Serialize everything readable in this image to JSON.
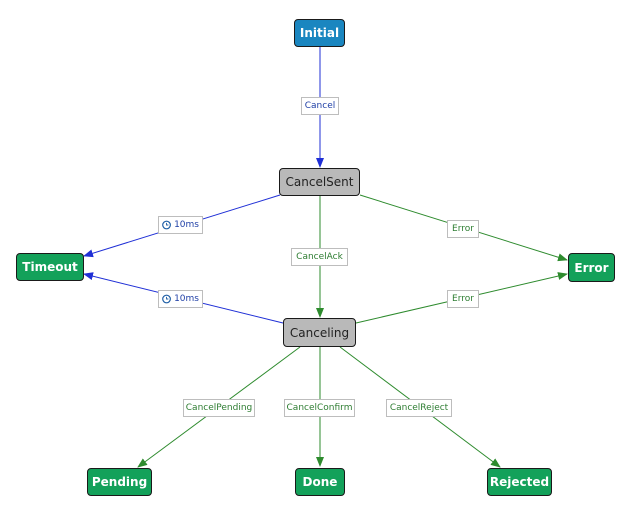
{
  "colors": {
    "initial": "#1a86c0",
    "intermediate": "#b9b9b9",
    "final": "#13a15a",
    "edge_green": "#2e8b2e",
    "edge_blue": "#1f2fd6"
  },
  "nodes": {
    "initial": "Initial",
    "cancel_sent": "CancelSent",
    "canceling": "Canceling",
    "timeout": "Timeout",
    "error": "Error",
    "pending": "Pending",
    "done": "Done",
    "rejected": "Rejected"
  },
  "edges": {
    "cancel": "Cancel",
    "cancel_ack": "CancelAck",
    "error_1": "Error",
    "error_2": "Error",
    "timeout_1": "10ms",
    "timeout_2": "10ms",
    "cancel_pending": "CancelPending",
    "cancel_confirm": "CancelConfirm",
    "cancel_reject": "CancelReject"
  },
  "icons": {
    "timer": "clock-icon"
  }
}
